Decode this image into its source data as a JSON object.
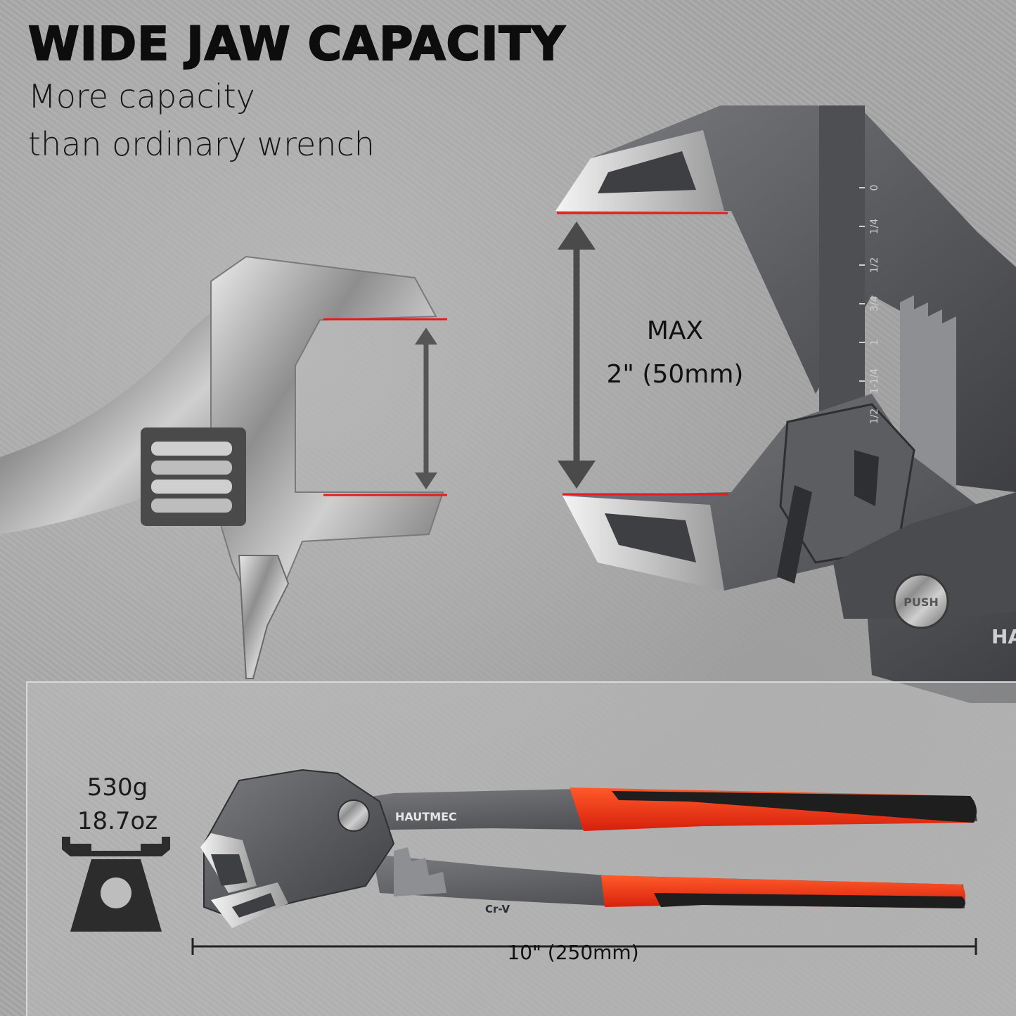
{
  "header": {
    "title": "WIDE JAW CAPACITY",
    "subtitle_line1": "More capacity",
    "subtitle_line2": "than ordinary wrench"
  },
  "capacity": {
    "line1": "MAX",
    "line2": "2\" (50mm)"
  },
  "scale": {
    "marks": [
      "0",
      "1/4",
      "1/2",
      "3/4",
      "1",
      "1-1/4",
      "1/2"
    ]
  },
  "product": {
    "brand": "HAUTMEC",
    "brand_partial": "HA",
    "material": "Cr-V",
    "button_text": "PUSH",
    "weight_g": "530g",
    "weight_oz": "18.7oz",
    "length": "10\" (250mm)"
  },
  "colors": {
    "accent_red": "#e51c1c",
    "handle_red": "#f23a12",
    "steel_dark": "#5b5c60",
    "text_dark": "#111111"
  },
  "icons": {
    "weight": "scale-weight-icon"
  }
}
